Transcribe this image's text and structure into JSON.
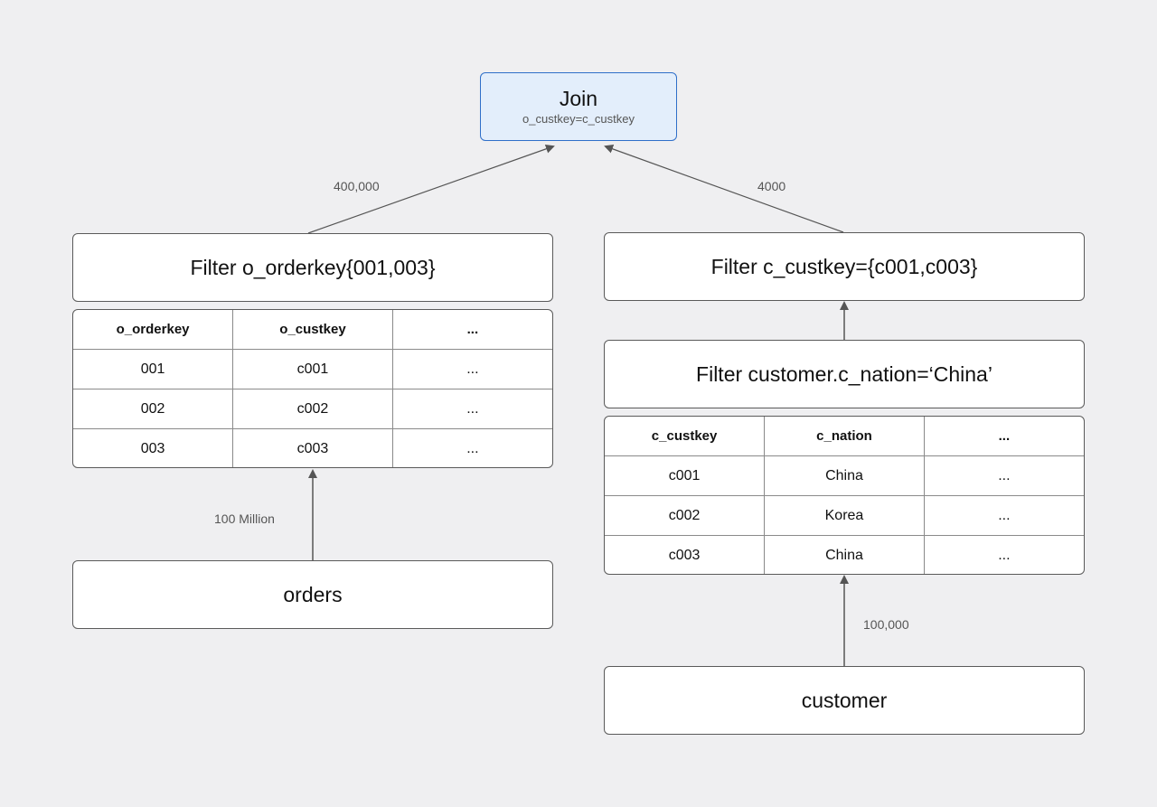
{
  "join": {
    "title": "Join",
    "condition": "o_custkey=c_custkey"
  },
  "left": {
    "filter_label": "Filter o_orderkey{001,003}",
    "table": {
      "headers": [
        "o_orderkey",
        "o_custkey",
        "..."
      ],
      "rows": [
        [
          "001",
          "c001",
          "..."
        ],
        [
          "002",
          "c002",
          "..."
        ],
        [
          "003",
          "c003",
          "..."
        ]
      ]
    },
    "source_label": "orders",
    "edge_to_filter_label": "100 Million",
    "edge_to_join_label": "400,000"
  },
  "right": {
    "filter_top_label": "Filter c_custkey={c001,c003}",
    "filter_nation_label": "Filter customer.c_nation=‘China’",
    "table": {
      "headers": [
        "c_custkey",
        "c_nation",
        "..."
      ],
      "rows": [
        [
          "c001",
          "China",
          "..."
        ],
        [
          "c002",
          "Korea",
          "..."
        ],
        [
          "c003",
          "China",
          "..."
        ]
      ]
    },
    "source_label": "customer",
    "edge_to_filter_label": "100,000",
    "edge_to_join_label": "4000"
  },
  "colors": {
    "background": "#efeff1",
    "join_fill": "#e3eefb",
    "join_border": "#2f6fc9",
    "edge": "#555555"
  }
}
